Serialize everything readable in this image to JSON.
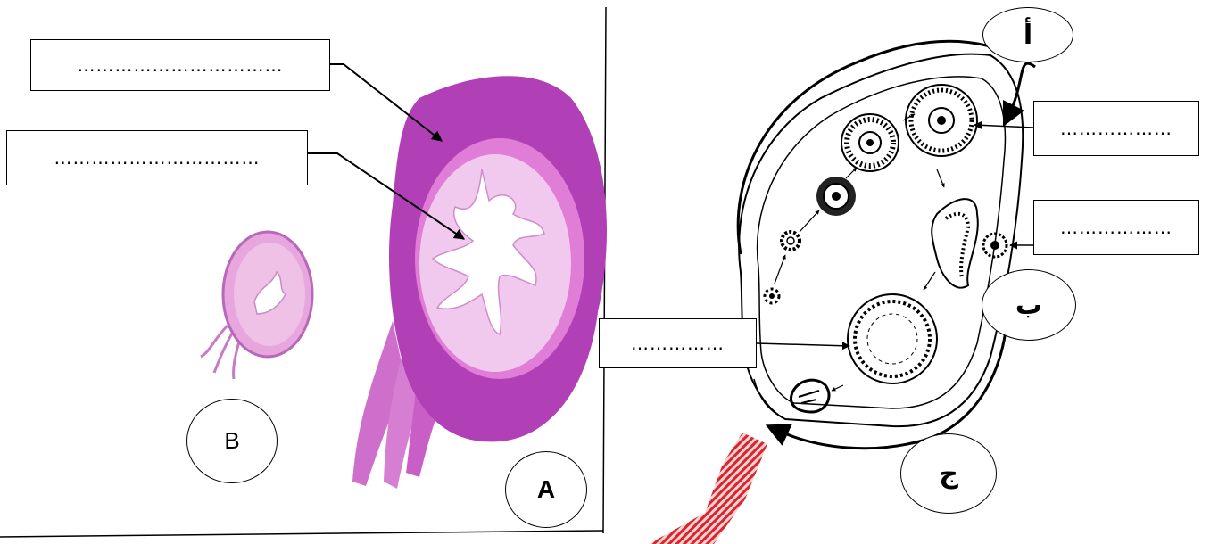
{
  "left_panel": {
    "label_box_1": "……………………………",
    "label_box_2": "……………………………",
    "circle_b": "B",
    "circle_a": "A"
  },
  "right_panel": {
    "label_box_1": "………………",
    "label_box_2": "………………",
    "label_box_3": "……………",
    "circle_1": "أ",
    "circle_2": "ب",
    "circle_3": "ج"
  },
  "colors": {
    "tissue_dark": "#b13fb6",
    "tissue_light": "#e7a6dd",
    "lumen": "#ffffff",
    "watermark": "#d8262c"
  }
}
